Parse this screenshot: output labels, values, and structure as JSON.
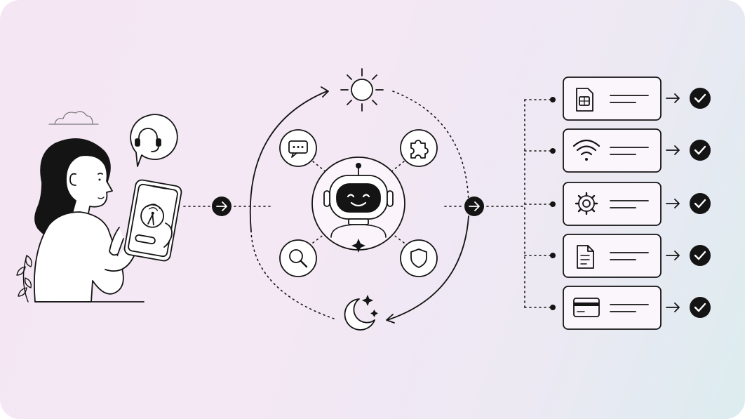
{
  "diagram": {
    "customer": {
      "icons": [
        "woman-with-phone",
        "headset-icon",
        "signal-tower-icon",
        "cloud-icon",
        "plant-icon"
      ]
    },
    "assistant": {
      "center": "robot-icon",
      "capabilities": [
        "chat-icon",
        "puzzle-icon",
        "search-icon",
        "shield-icon"
      ],
      "availability": [
        "sun-icon",
        "moon-icon"
      ]
    },
    "outcomes": [
      {
        "icon": "sim-card-icon",
        "status": "check"
      },
      {
        "icon": "wifi-icon",
        "status": "check"
      },
      {
        "icon": "gear-icon",
        "status": "check"
      },
      {
        "icon": "document-icon",
        "status": "check"
      },
      {
        "icon": "credit-card-icon",
        "status": "check"
      }
    ],
    "colors": {
      "ink": "#141414",
      "background_start": "#f4e7f3",
      "background_end": "#dcecef",
      "white": "#ffffff"
    }
  }
}
